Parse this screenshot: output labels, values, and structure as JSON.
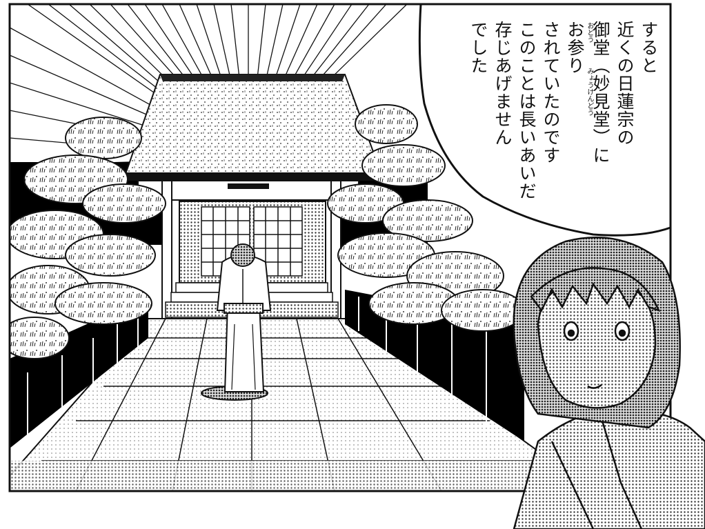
{
  "speech_bubble": {
    "lines": [
      "すると",
      "近くの日蓮宗の",
      "御堂（妙見堂）に",
      "お参り",
      "されていたのです",
      "このことは長いあいだ",
      "存じあげません",
      "でした"
    ],
    "furigana": {
      "odou": "おどう",
      "myoukendou": "みょうけんどう"
    }
  }
}
